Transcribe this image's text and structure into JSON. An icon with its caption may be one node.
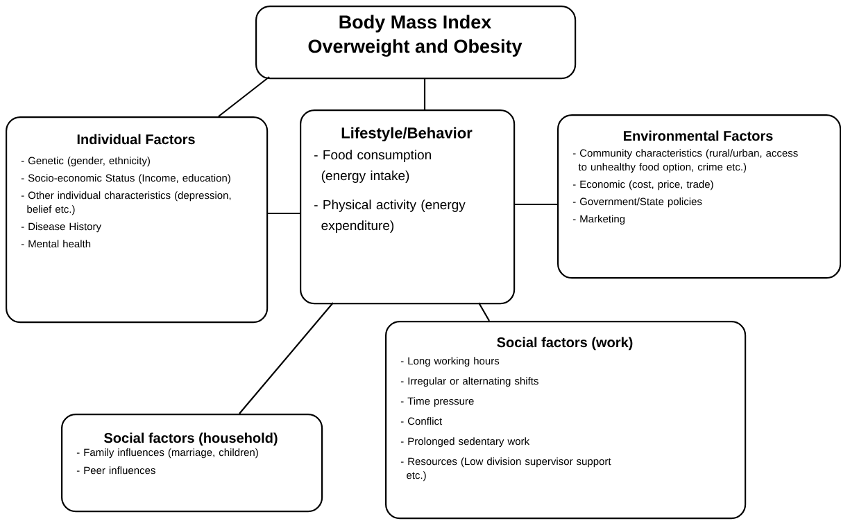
{
  "diagram": {
    "nodes": [
      {
        "text": [
          "Body Mass Index",
          "Overweight and Obesity"
        ]
      },
      {
        "text": [
          "Individual Factors",
          "- Genetic (gender, ethnicity)",
          "- Socio-economic Status (Income, education)",
          "- Other individual characteristics (depression, belief etc.)",
          "- Disease History",
          "- Mental health"
        ]
      },
      {
        "text": [
          "Lifestyle/Behavior",
          "- Food consumption (energy intake)",
          "- Physical activity (energy expenditure)"
        ]
      },
      {
        "text": [
          "Environmental Factors",
          "- Community characteristics (rural/urban, access to unhealthy food option, crime etc.)",
          "- Economic (cost, price, trade)",
          "- Government/State policies",
          "- Marketing"
        ]
      },
      {
        "text": [
          "Social factors (work)",
          "- Long working hours",
          "- Irregular or alternating shifts",
          "- Time pressure",
          "- Conflict",
          "- Prolonged sedentary work",
          "- Resources (Low division supervisor support etc.)"
        ]
      },
      {
        "text": [
          "Social factors (household)",
          "- Family influences (marriage, children)",
          "- Peer influences"
        ]
      }
    ],
    "edges": [
      {
        "from": 0,
        "to": 1,
        "arrow": "none"
      },
      {
        "from": 0,
        "to": 2,
        "arrow": "none"
      },
      {
        "from": 1,
        "to": 2,
        "arrow": "none"
      },
      {
        "from": 2,
        "to": 3,
        "arrow": "none"
      },
      {
        "from": 2,
        "to": 5,
        "arrow": "none"
      },
      {
        "from": 2,
        "to": 4,
        "arrow": "none"
      }
    ]
  }
}
